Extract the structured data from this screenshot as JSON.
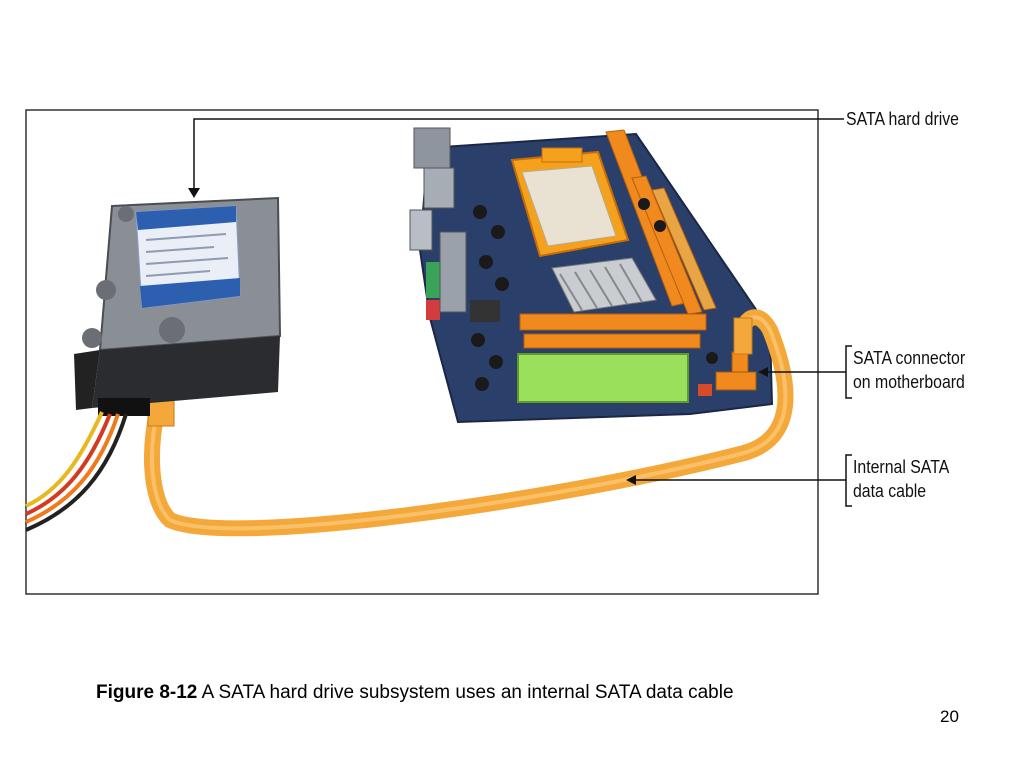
{
  "figure": {
    "callouts": {
      "hard_drive": "SATA hard drive",
      "connector_line1": "SATA connector",
      "connector_line2": "on motherboard",
      "cable_line1": "Internal SATA",
      "cable_line2": "data cable"
    }
  },
  "caption": {
    "number": "Figure 8-12",
    "text": "A SATA hard drive subsystem uses an internal SATA data cable"
  },
  "page_number": "20",
  "colors": {
    "sata_cable": "#f5a83a",
    "motherboard": "#2b3f6b",
    "slot_orange": "#f08a1e",
    "dimm_green": "#9be05a",
    "drive_label_blue": "#2d5fb0",
    "drive_body": "#8a8f96"
  }
}
